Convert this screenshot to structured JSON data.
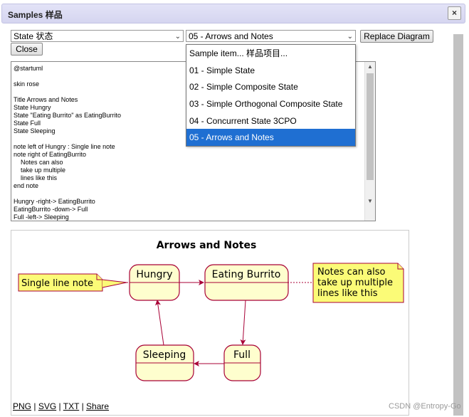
{
  "window": {
    "title": "Samples 样品",
    "close_icon": "×"
  },
  "controls": {
    "state_select": "State 状态",
    "sample_select": "05 - Arrows and Notes",
    "replace_button": "Replace Diagram",
    "close_button": "Close"
  },
  "dropdown": {
    "items": [
      "Sample item... 样品项目...",
      "01 - Simple State",
      "02 - Simple Composite State",
      "03 - Simple Orthogonal Composite State",
      "04 - Concurrent State 3CPO",
      "05 - Arrows and Notes"
    ],
    "selected_index": 5
  },
  "editor": {
    "code": "@startuml\n\nskin rose\n\nTitle Arrows and Notes\nState Hungry\nState \"Eating Burrito\" as EatingBurrito\nState Full\nState Sleeping\n\nnote left of Hungry : Single line note\nnote right of EatingBurrito\n    Notes can also\n    take up multiple\n    lines like this\nend note\n\nHungry -right-> EatingBurrito\nEatingBurrito -down-> Full\nFull -left-> Sleeping"
  },
  "diagram": {
    "title": "Arrows and Notes",
    "states": [
      "Hungry",
      "Eating Burrito",
      "Full",
      "Sleeping"
    ],
    "note_left": "Single line note",
    "note_right": [
      "Notes can also",
      "take up multiple",
      "lines like this"
    ]
  },
  "links": {
    "png": "PNG",
    "svg": "SVG",
    "txt": "TXT",
    "share": "Share",
    "sep": "|"
  },
  "watermark": "CSDN @Entropy-Go",
  "colors": {
    "selected_bg": "#1f6fd2",
    "state_fill": "#fefece",
    "state_border": "#a80036",
    "note_fill": "#fbfb77"
  }
}
